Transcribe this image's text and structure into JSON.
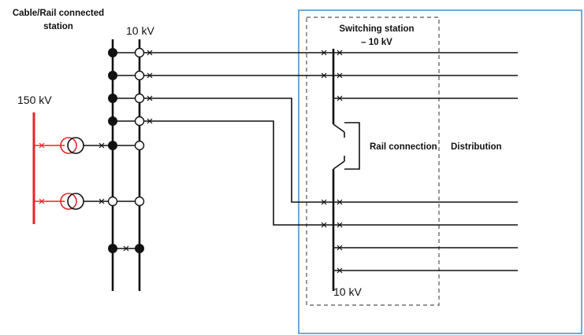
{
  "labels": {
    "cable_rail_station_line1": "Cable/Rail connected",
    "cable_rail_station_line2": "station",
    "hv_voltage": "150 kV",
    "mv_bus_voltage": "10 kV",
    "switching_station_line1": "Switching station",
    "switching_station_line2": "– 10 kV",
    "rail_connection": "Rail connection",
    "distribution": "Distribution",
    "switching_bus_voltage": "10 kV"
  },
  "colors": {
    "line": "#111111",
    "hv": "#e8232a",
    "distribution_frame": "#3b8fd1",
    "dashed_frame": "#555555"
  }
}
